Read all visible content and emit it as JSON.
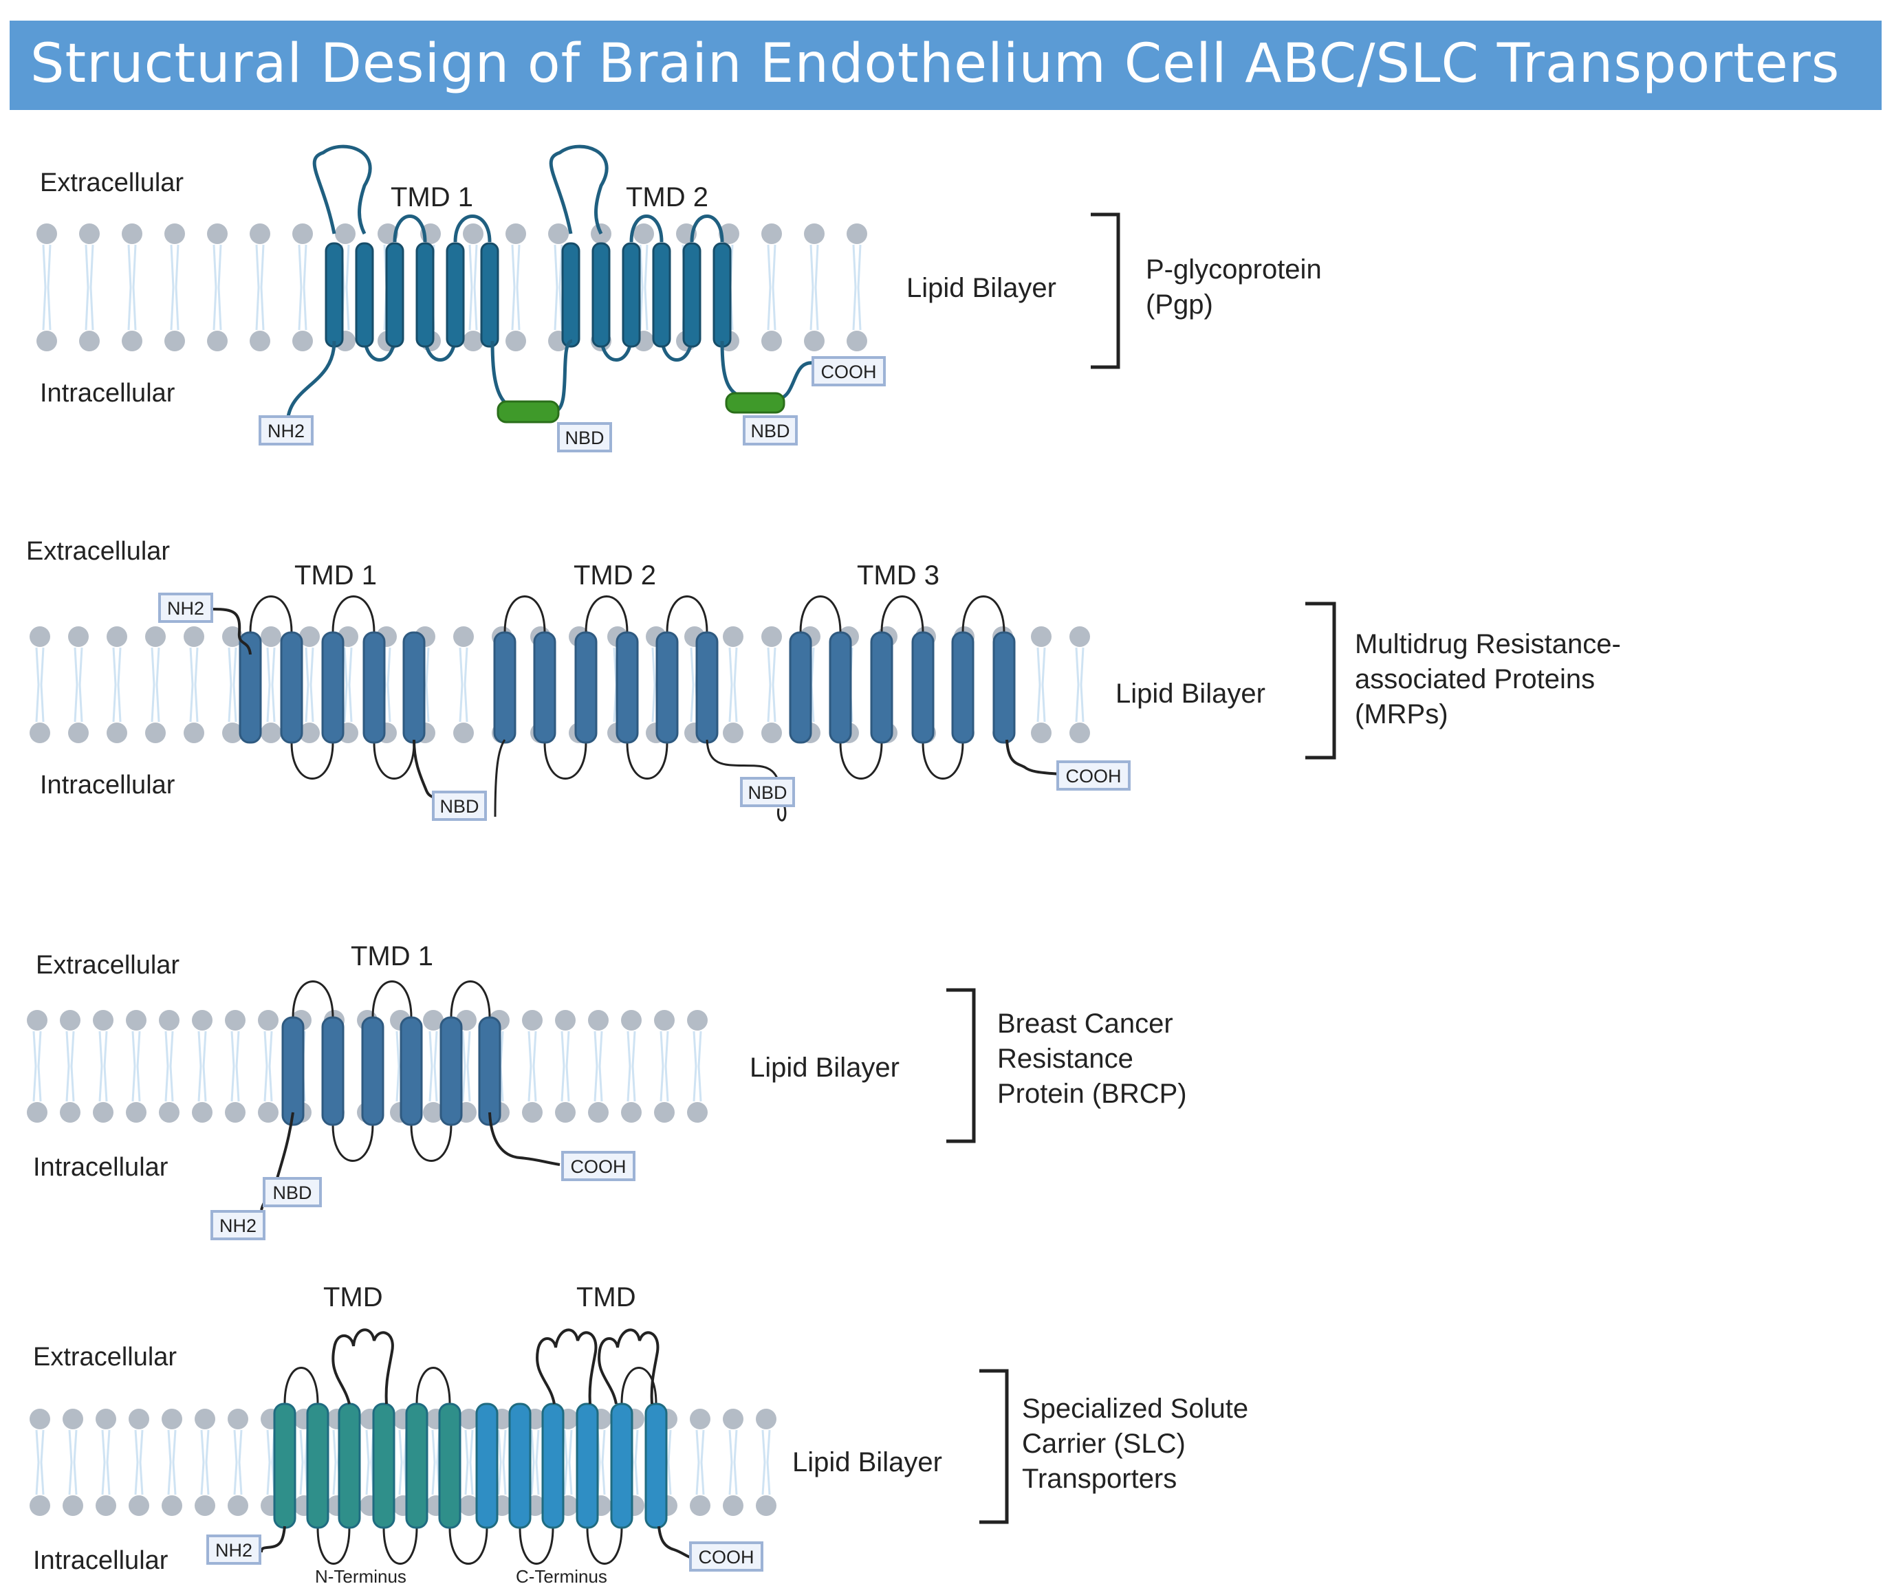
{
  "title": "Structural Design of Brain Endothelium Cell ABC/SLC Transporters",
  "panels": [
    {
      "name": "pgp",
      "extracellular": "Extracellular",
      "intracellular": "Intracellular",
      "tmd_labels": [
        "TMD 1",
        "TMD 2"
      ],
      "bilayer_label": "Lipid Bilayer",
      "protein_name": [
        "P-glycoprotein",
        "(Pgp)"
      ],
      "tags": [
        "NH2",
        "NBD",
        "NBD",
        "COOH"
      ]
    },
    {
      "name": "mrp",
      "extracellular": "Extracellular",
      "intracellular": "Intracellular",
      "tmd_labels": [
        "TMD 1",
        "TMD 2",
        "TMD 3"
      ],
      "bilayer_label": "Lipid Bilayer",
      "protein_name": [
        "Multidrug Resistance-",
        "associated Proteins",
        "(MRPs)"
      ],
      "tags": [
        "NH2",
        "NBD",
        "NBD",
        "COOH"
      ]
    },
    {
      "name": "bcrp",
      "extracellular": "Extracellular",
      "intracellular": "Intracellular",
      "tmd_labels": [
        "TMD 1"
      ],
      "bilayer_label": "Lipid Bilayer",
      "protein_name": [
        "Breast Cancer",
        "Resistance",
        "Protein (BRCP)"
      ],
      "tags": [
        "NBD",
        "NH2",
        "COOH"
      ]
    },
    {
      "name": "slc",
      "extracellular": "Extracellular",
      "intracellular": "Intracellular",
      "tmd_labels": [
        "TMD",
        "TMD"
      ],
      "bilayer_label": "Lipid Bilayer",
      "protein_name": [
        "Specialized Solute",
        "Carrier (SLC)",
        "Transporters"
      ],
      "tags": [
        "NH2",
        "COOH"
      ],
      "terminus_labels": [
        "N-Terminus",
        "C-Terminus"
      ]
    }
  ],
  "colors": {
    "title_bar": "#5b9bd5",
    "lipid_head": "#b4bcc6",
    "lipid_tail": "#cfe3f3",
    "helix_pgp": "#1f6f96",
    "helix_mrp": "#3e72a0",
    "nbd_green": "#3f9a2a",
    "helix_slc_n": "#2f8f8a",
    "helix_slc_c": "#2f8ec4",
    "tag_border": "#9db3d6"
  }
}
